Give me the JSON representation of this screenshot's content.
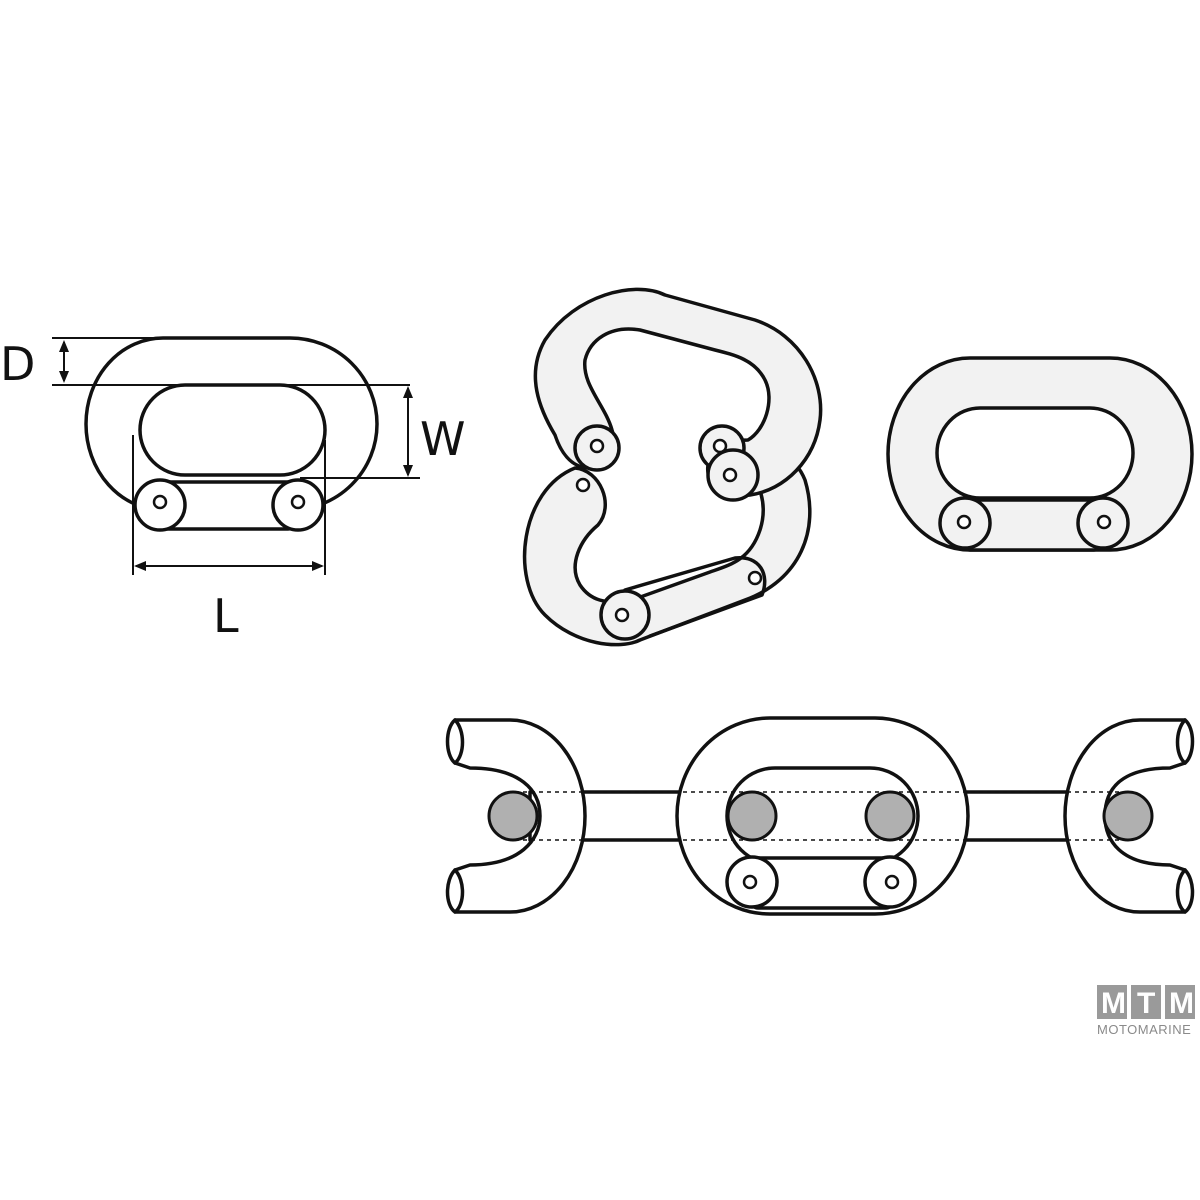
{
  "dimensions": {
    "d_label": "D",
    "w_label": "W",
    "l_label": "L"
  },
  "logo": {
    "letters": [
      "M",
      "T",
      "M"
    ],
    "wordmark": "MOTOMARINE",
    "box_color": "#9a9a9a"
  },
  "colors": {
    "line": "#111111",
    "link_fill": "#f2f2f2",
    "rivet_fill": "#b0b0b0"
  }
}
